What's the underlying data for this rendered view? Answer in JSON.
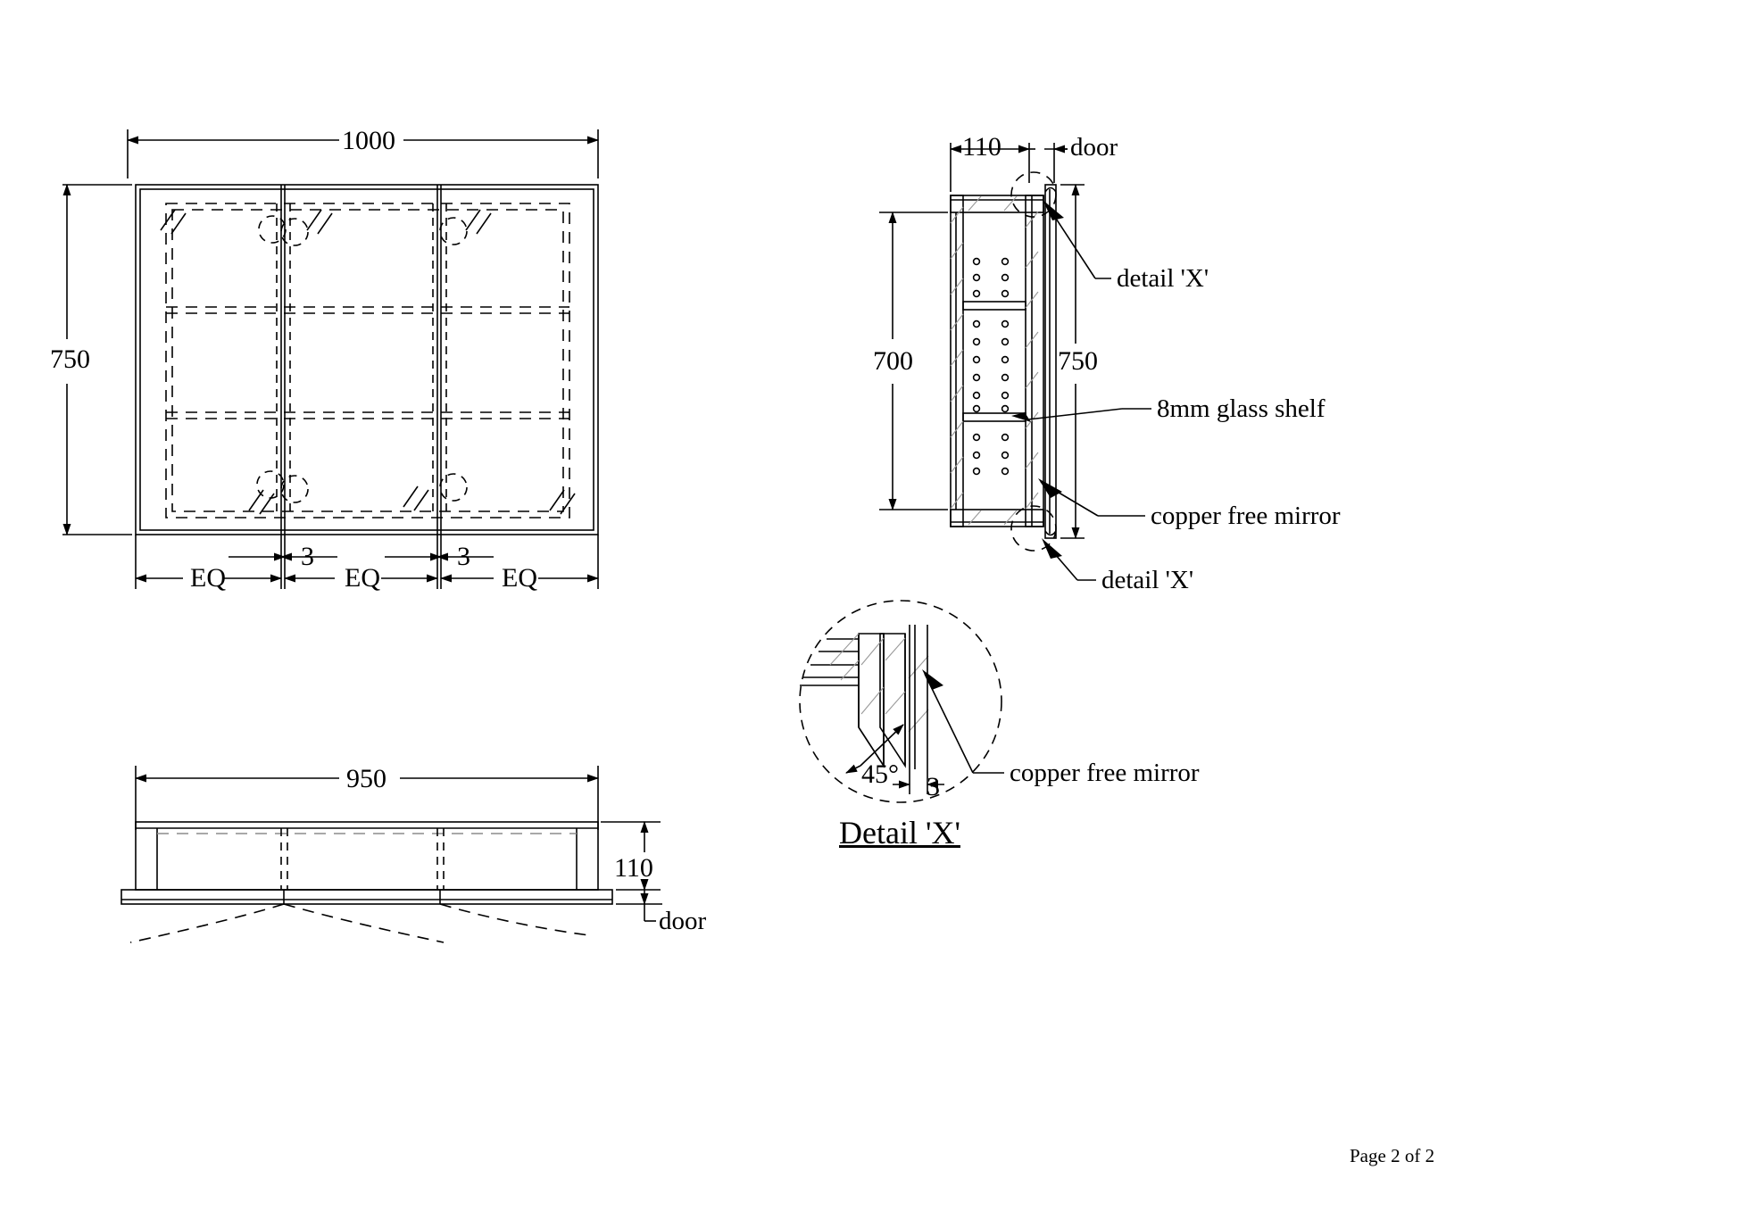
{
  "document": {
    "type": "technical-drawing",
    "subject": "mirror cabinet",
    "page_footer": "Page 2 of 2"
  },
  "front_view": {
    "name": "front-elevation",
    "width_dim": "1000",
    "height_dim": "750",
    "bottom_dims": [
      "EQ",
      "3",
      "EQ",
      "3",
      "EQ"
    ],
    "gap_dim": "3",
    "equal_dim": "EQ"
  },
  "side_view": {
    "name": "side-section",
    "depth_dim": "110",
    "door_label": "door",
    "inner_height_dim": "700",
    "outer_height_dim": "750",
    "callouts": [
      {
        "text": "detail 'X'"
      },
      {
        "text": "8mm glass shelf"
      },
      {
        "text": "copper free mirror"
      },
      {
        "text": "detail 'X'"
      }
    ]
  },
  "plan_view": {
    "name": "plan-section",
    "width_dim": "950",
    "depth_dim": "110",
    "door_label": "door"
  },
  "detail_x": {
    "title": "Detail 'X'",
    "angle_dim": "45°",
    "thickness_dim": "3",
    "callout": "copper free mirror"
  },
  "colors": {
    "line": "#000000",
    "hatch": "#9a9a9a",
    "background": "#ffffff"
  }
}
